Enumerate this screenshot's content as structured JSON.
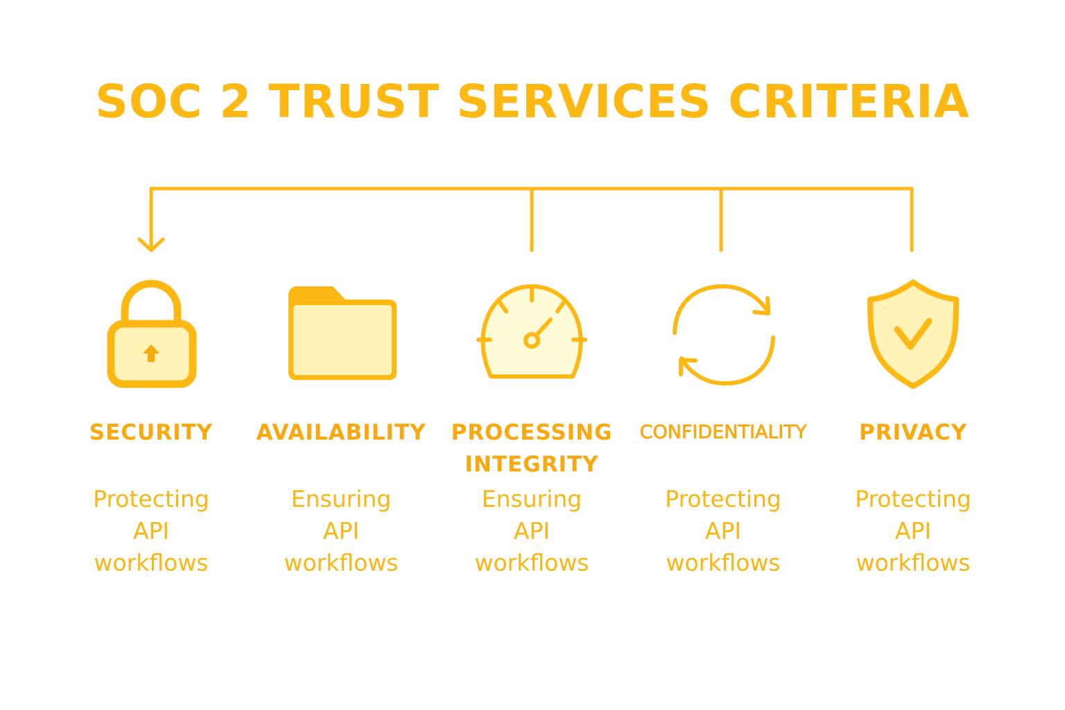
{
  "title": "SOC 2 TRUST SERVICES CRITERIA",
  "colors": {
    "primary": "#FDB813",
    "fill_light": "#FFF3B8",
    "background": "#FFFFFF"
  },
  "criteria": [
    {
      "icon": "lock-icon",
      "label": "SECURITY",
      "desc": [
        "Protecting",
        "API",
        "workflows"
      ]
    },
    {
      "icon": "folder-icon",
      "label": "AVAILABILITY",
      "desc": [
        "Ensuring",
        "API",
        "workflows"
      ]
    },
    {
      "icon": "gauge-icon",
      "label": "PROCESSING INTEGRITY",
      "desc": [
        "Ensuring",
        "API",
        "workflows"
      ]
    },
    {
      "icon": "sync-icon",
      "label": "CONFIDENTIALITY",
      "desc": [
        "Protecting",
        "API",
        "workflows"
      ]
    },
    {
      "icon": "shield-check-icon",
      "label": "PRIVACY",
      "desc": [
        "Protecting",
        "API",
        "workflows"
      ]
    }
  ]
}
